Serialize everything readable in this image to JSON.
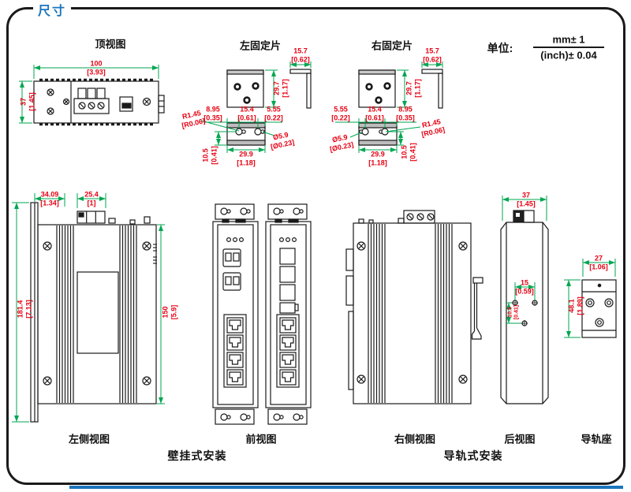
{
  "page": {
    "title": "尺寸"
  },
  "unit_note": {
    "prefix": "单位:",
    "numerator": "mm± 1",
    "denominator": "(inch)± 0.04"
  },
  "colors": {
    "accent_blue": "#1b75bc",
    "dim_red": "#e60012",
    "dim_green": "#00a651",
    "line_black": "#1a1a1a"
  },
  "views": {
    "top": {
      "label": "顶视图",
      "width_mm": "100",
      "width_in": "[3.93]",
      "height_mm": "37",
      "height_in": "[1.45]"
    },
    "left_plate": {
      "label": "左固定片",
      "height_mm": "29.7",
      "height_in": "[1.17]",
      "thickness_mm": "15.7",
      "thickness_in": "[0.62]",
      "edge_offset_mm": "8.95",
      "edge_offset_in": "[0.35]",
      "slot_pitch_mm": "15.4",
      "slot_pitch_in": "[0.61]",
      "side_offset_mm": "5.55",
      "side_offset_in": "[0.22]",
      "slot_radius_mm": "R1.45",
      "slot_radius_in": "[R0.06]",
      "hole_dia_mm": "Ø5.9",
      "hole_dia_in": "[Ø0.23]",
      "slot_drop_mm": "10.5",
      "slot_drop_in": "[0.41]",
      "width_mm": "29.9",
      "width_in": "[1.18]"
    },
    "right_plate": {
      "label": "右固定片",
      "height_mm": "29.7",
      "height_in": "[1.17]",
      "thickness_mm": "15.7",
      "thickness_in": "[0.62]",
      "side_offset_mm": "5.55",
      "side_offset_in": "[0.22]",
      "slot_pitch_mm": "15.4",
      "slot_pitch_in": "[0.61]",
      "edge_offset_mm": "8.95",
      "edge_offset_in": "[0.35]",
      "hole_dia_mm": "Ø5.9",
      "hole_dia_in": "[Ø0.23]",
      "slot_radius_mm": "R1.45",
      "slot_radius_in": "[R0.06]",
      "slot_drop_mm": "10.5",
      "slot_drop_in": "[0.41]",
      "width_mm": "29.9",
      "width_in": "[1.18]"
    },
    "left_side": {
      "label": "左侧视图",
      "depth_mm": "34.09",
      "depth_in": "[1.34]",
      "terminal_mm": "25.4",
      "terminal_in": "[1]",
      "overall_height_mm": "181.4",
      "overall_height_in": "[7.13]",
      "body_height_mm": "150",
      "body_height_in": "[5.9]"
    },
    "front": {
      "label": "前视图"
    },
    "right_side": {
      "label": "右侧视图"
    },
    "rear": {
      "label": "后视图",
      "width_mm": "37",
      "width_in": "[1.45]",
      "hole_pitch_mm": "15",
      "hole_pitch_in": "[0.59]",
      "hole_drop_mm": "10.5",
      "hole_drop_in": "[0.41]"
    },
    "rail_mount": {
      "label": "导轨座",
      "width_mm": "27",
      "width_in": "[1.06]",
      "height_mm": "48.1",
      "height_in": "[1.89]"
    }
  },
  "groups": {
    "wall_mount": "壁挂式安装",
    "din_mount": "导轨式安装"
  }
}
